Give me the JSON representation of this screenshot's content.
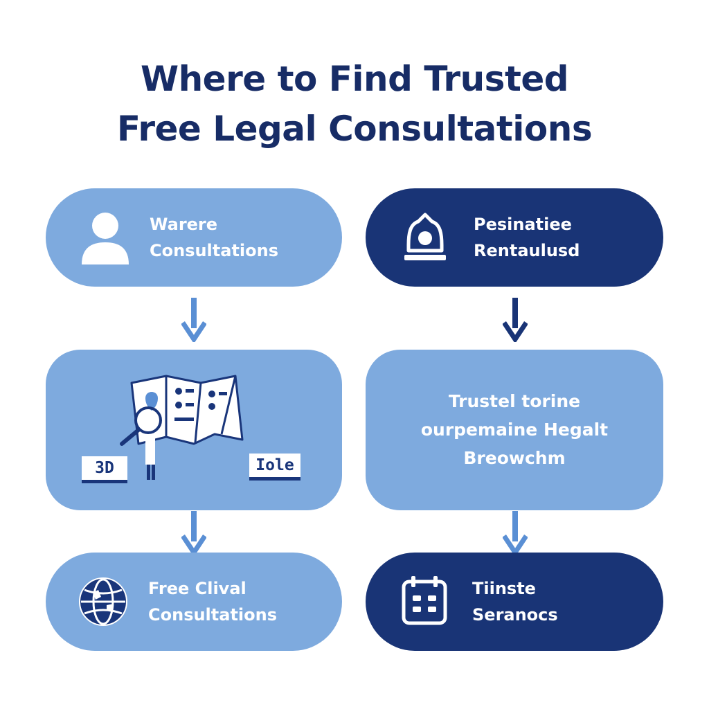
{
  "title": {
    "line1": "Where to Find Trusted",
    "line2": "Free Legal Consultations"
  },
  "cards": {
    "top_left": {
      "line1": "Warere",
      "line2": "Consultations",
      "icon": "person-icon"
    },
    "top_right": {
      "line1": "Pesinatiee",
      "line2": "Rentaulusd",
      "icon": "bell-icon"
    },
    "mid_left": {
      "tag_left": "3D",
      "tag_right": "Iole",
      "icon": "map-search-icon"
    },
    "mid_right": {
      "line1": "Trustel torine",
      "line2": "ourpemaine Hegalt",
      "line3": "Breowchm"
    },
    "bottom_left": {
      "line1": "Free Clival",
      "line2": "Consultations",
      "icon": "globe-icon"
    },
    "bottom_right": {
      "line1": "Tiinste",
      "line2": "Seranocs",
      "icon": "calendar-icon"
    }
  },
  "colors": {
    "title": "#172c66",
    "light_card": "#7eaade",
    "dark_card": "#193476",
    "light_arrow": "#5a8fd4",
    "dark_arrow": "#193476"
  }
}
